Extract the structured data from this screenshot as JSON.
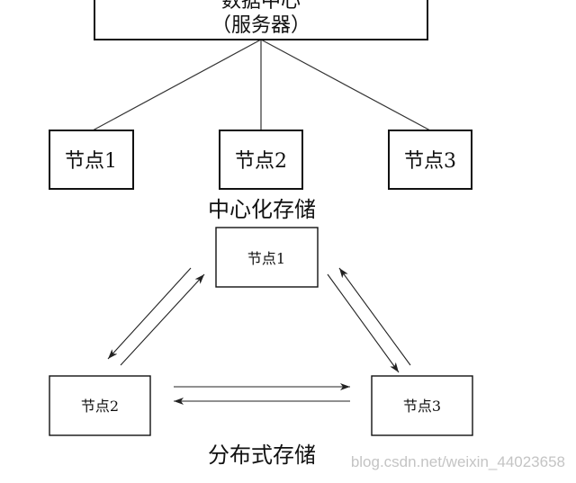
{
  "centralized": {
    "server_title": "数据中心",
    "server_subtitle": "（服务器）",
    "nodes": [
      "节点1",
      "节点2",
      "节点3"
    ],
    "caption": "中心化存储"
  },
  "distributed": {
    "nodes": [
      "节点1",
      "节点2",
      "节点3"
    ],
    "caption": "分布式存储"
  },
  "watermark": "blog.csdn.net/weixin_44023658"
}
